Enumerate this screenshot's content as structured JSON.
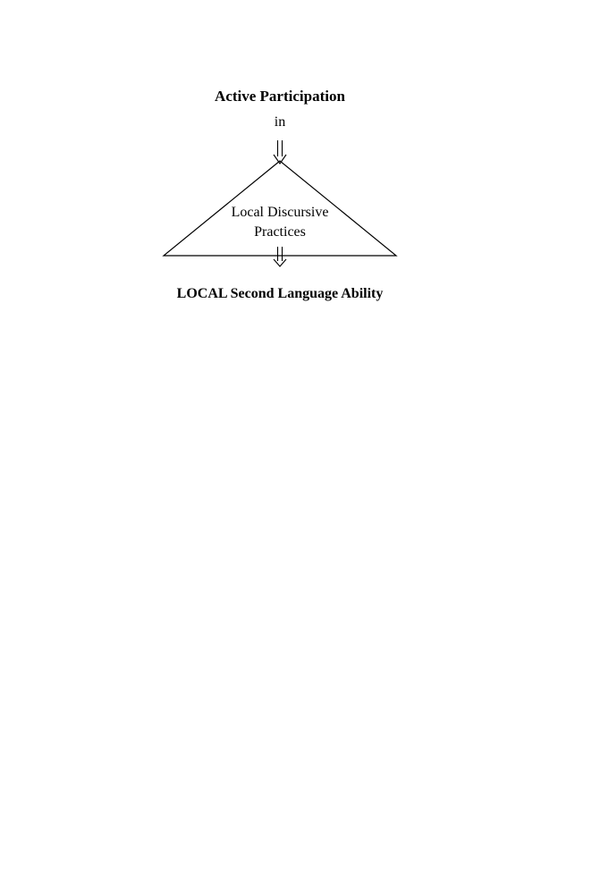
{
  "diagram": {
    "top_label": "Active Participation",
    "connector_label": "in",
    "triangle_label_line1": "Local Discursive",
    "triangle_label_line2": "Practices",
    "bottom_label": "LOCAL Second Language Ability"
  }
}
